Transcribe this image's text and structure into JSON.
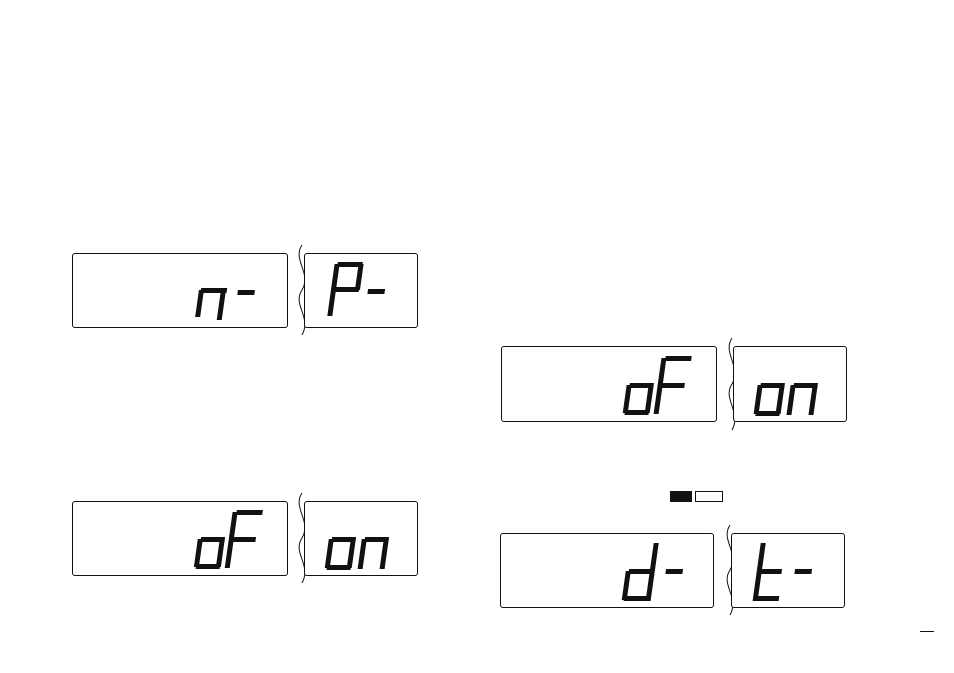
{
  "colors": {
    "ink": "#111111",
    "paper": "#ffffff",
    "indicator_filled": "#111111",
    "indicator_empty": "#ffffff"
  },
  "displays": [
    {
      "id": "display-1",
      "left": "n-",
      "right": "P-"
    },
    {
      "id": "display-2",
      "left": "oF",
      "right": "on"
    },
    {
      "id": "display-3",
      "left": "oF",
      "right": "on"
    },
    {
      "id": "display-4",
      "left": "d-",
      "right": "t-"
    }
  ],
  "indicator": {
    "filled_states": [
      true,
      false
    ]
  }
}
